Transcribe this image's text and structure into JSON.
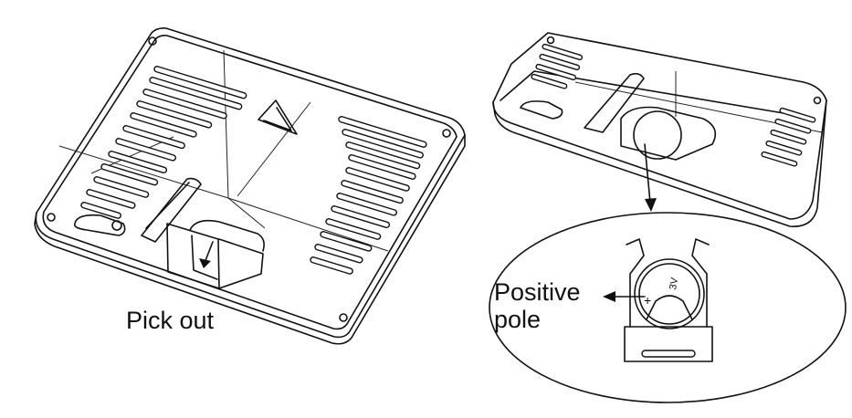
{
  "labels": {
    "pick_out": "Pick out",
    "positive": "Positive",
    "pole": "pole",
    "battery_marking": "3V",
    "plus_sign": "+"
  }
}
